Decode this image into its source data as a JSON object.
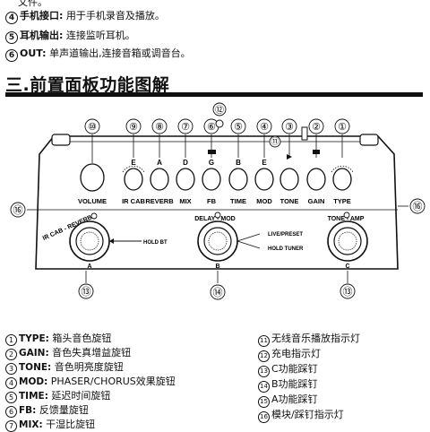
{
  "top": {
    "continuation": "文件。",
    "item4": {
      "num": "4",
      "label": "手机接口:",
      "text": " 用于手机录音及播放。"
    },
    "item5": {
      "num": "5",
      "label": "耳机输出:",
      "text": " 连接监听耳机。"
    },
    "item6": {
      "num": "6",
      "label": "OUT:",
      "text": " 单声道输出,连接音箱或调音台。"
    }
  },
  "section": {
    "title": "三.前置面板功能图解"
  },
  "panel": {
    "callouts_top": [
      "⑩",
      "⑨",
      "⑧",
      "⑦",
      "⑥",
      "⑫",
      "⑤",
      "④",
      "③",
      "②",
      "①"
    ],
    "callout_11": "⑪",
    "knob_labels": [
      "VOLUME",
      "IR CAB",
      "REVERB",
      "MIX",
      "FB",
      "TIME",
      "MOD",
      "TONE",
      "GAIN",
      "TYPE"
    ],
    "knob_letters": [
      "E",
      "A",
      "D",
      "G",
      "B",
      "E"
    ],
    "fs_labels": {
      "left": "IR CAB - REVERB",
      "mid": "DELAY - MOD",
      "right": "TONE - AMP"
    },
    "fs_letters": [
      "A",
      "B",
      "C"
    ],
    "hold_bt": "HOLD BT",
    "live_preset": "LIVE/PRESET",
    "hold_tuner": "HOLD TUNER",
    "callout_16": "⑯",
    "callouts_bottom": [
      "⑬",
      "⑭",
      "⑬"
    ]
  },
  "legend_left": [
    {
      "num": "1",
      "label": "TYPE:",
      "text": " 箱头音色旋钮"
    },
    {
      "num": "2",
      "label": "GAIN:",
      "text": " 音色失真增益旋钮"
    },
    {
      "num": "3",
      "label": "TONE:",
      "text": " 音色明亮度旋钮"
    },
    {
      "num": "4",
      "label": "MOD:",
      "text": " PHASER/CHORUS效果旋钮"
    },
    {
      "num": "5",
      "label": "TIME:",
      "text": " 延迟时间旋钮"
    },
    {
      "num": "6",
      "label": "FB:",
      "text": " 反馈量旋钮"
    },
    {
      "num": "7",
      "label": "MIX:",
      "text": " 干湿比旋钮"
    }
  ],
  "legend_right": [
    {
      "num": "11",
      "text": "无线音乐播放指示灯"
    },
    {
      "num": "12",
      "text": "充电指示灯"
    },
    {
      "num": "13",
      "text": "C功能踩钉"
    },
    {
      "num": "14",
      "text": "B功能踩钉"
    },
    {
      "num": "15",
      "text": "A功能踩钉"
    },
    {
      "num": "16",
      "text": "模块/踩钉指示灯"
    }
  ]
}
